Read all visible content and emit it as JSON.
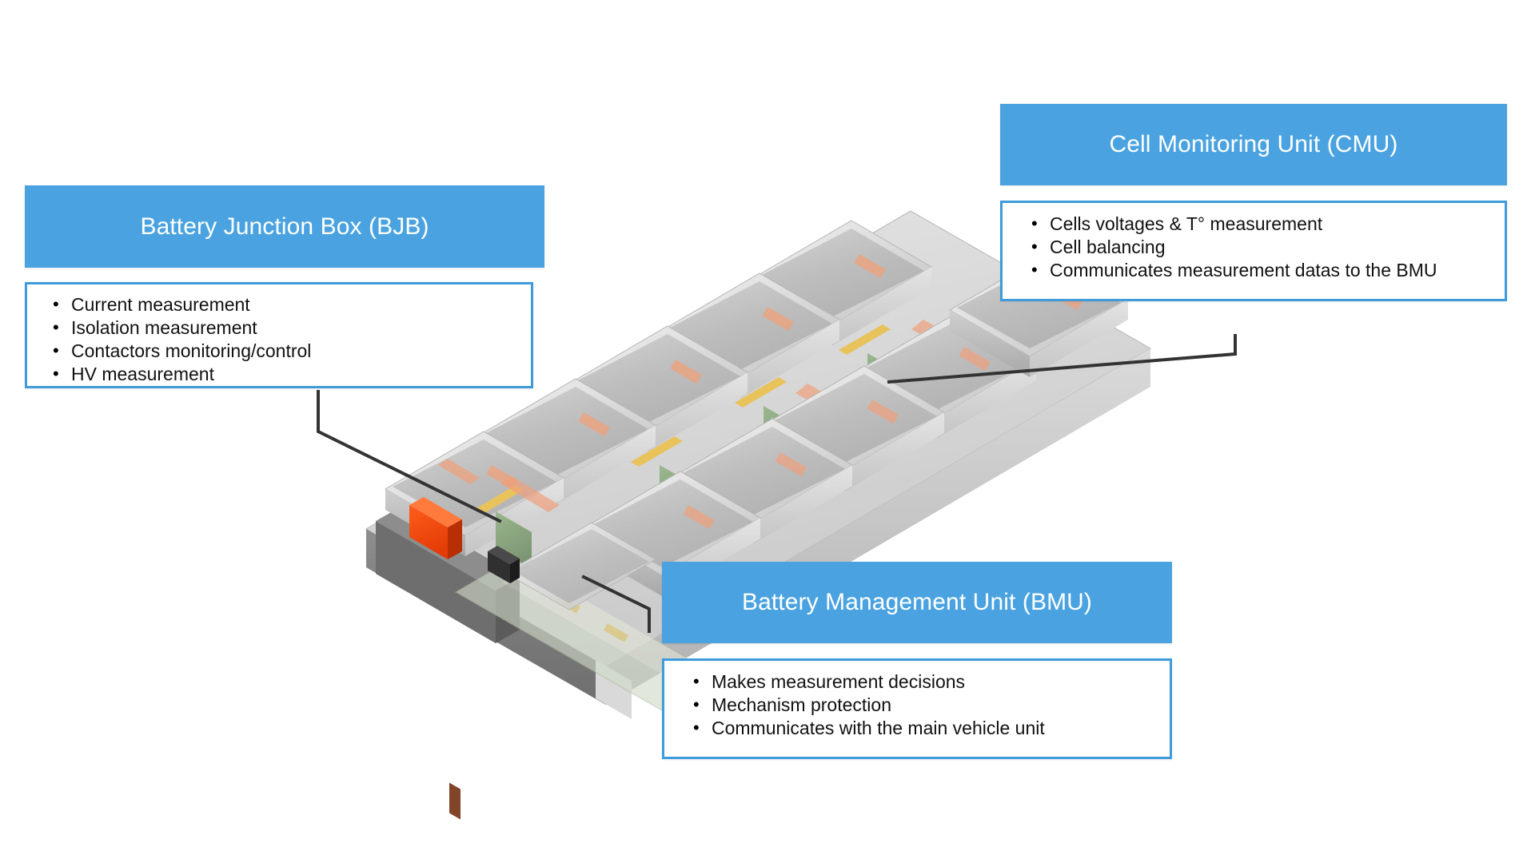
{
  "colors": {
    "header_blue": "#4aa3e0",
    "border_blue": "#3e9bdc",
    "leader_line": "#333333",
    "connector_orange": "#f1470d",
    "pcb_green": "#7d9e6f",
    "busbar_orange": "#f0a07a",
    "tab_yellow": "#e8c25a",
    "cell_body": "#b9b9b9",
    "tray_gray": "#7a7a7a",
    "background": "#ffffff"
  },
  "callouts": [
    {
      "id": "bjb",
      "title": "Battery Junction Box (BJB)",
      "bullets": [
        "Current measurement",
        "Isolation measurement",
        "Contactors monitoring/control",
        "HV measurement"
      ]
    },
    {
      "id": "cmu",
      "title": "Cell Monitoring Unit (CMU)",
      "bullets": [
        "Cells voltages & T° measurement",
        "Cell balancing",
        "Communicates measurement datas to the BMU"
      ]
    },
    {
      "id": "bmu",
      "title": "Battery Management Unit (BMU)",
      "bullets": [
        "Makes measurement decisions",
        "Mechanism protection",
        "Communicates with the main vehicle unit"
      ]
    }
  ],
  "illustration": {
    "subject": "isometric battery pack render",
    "tray_label": "battery tray",
    "cell_rows": 2,
    "cells_per_row": 6,
    "components": [
      "prismatic-cell",
      "cmu-pcb",
      "busbar",
      "hv-connector",
      "lv-connector",
      "battery-tray",
      "bmu-board"
    ]
  }
}
